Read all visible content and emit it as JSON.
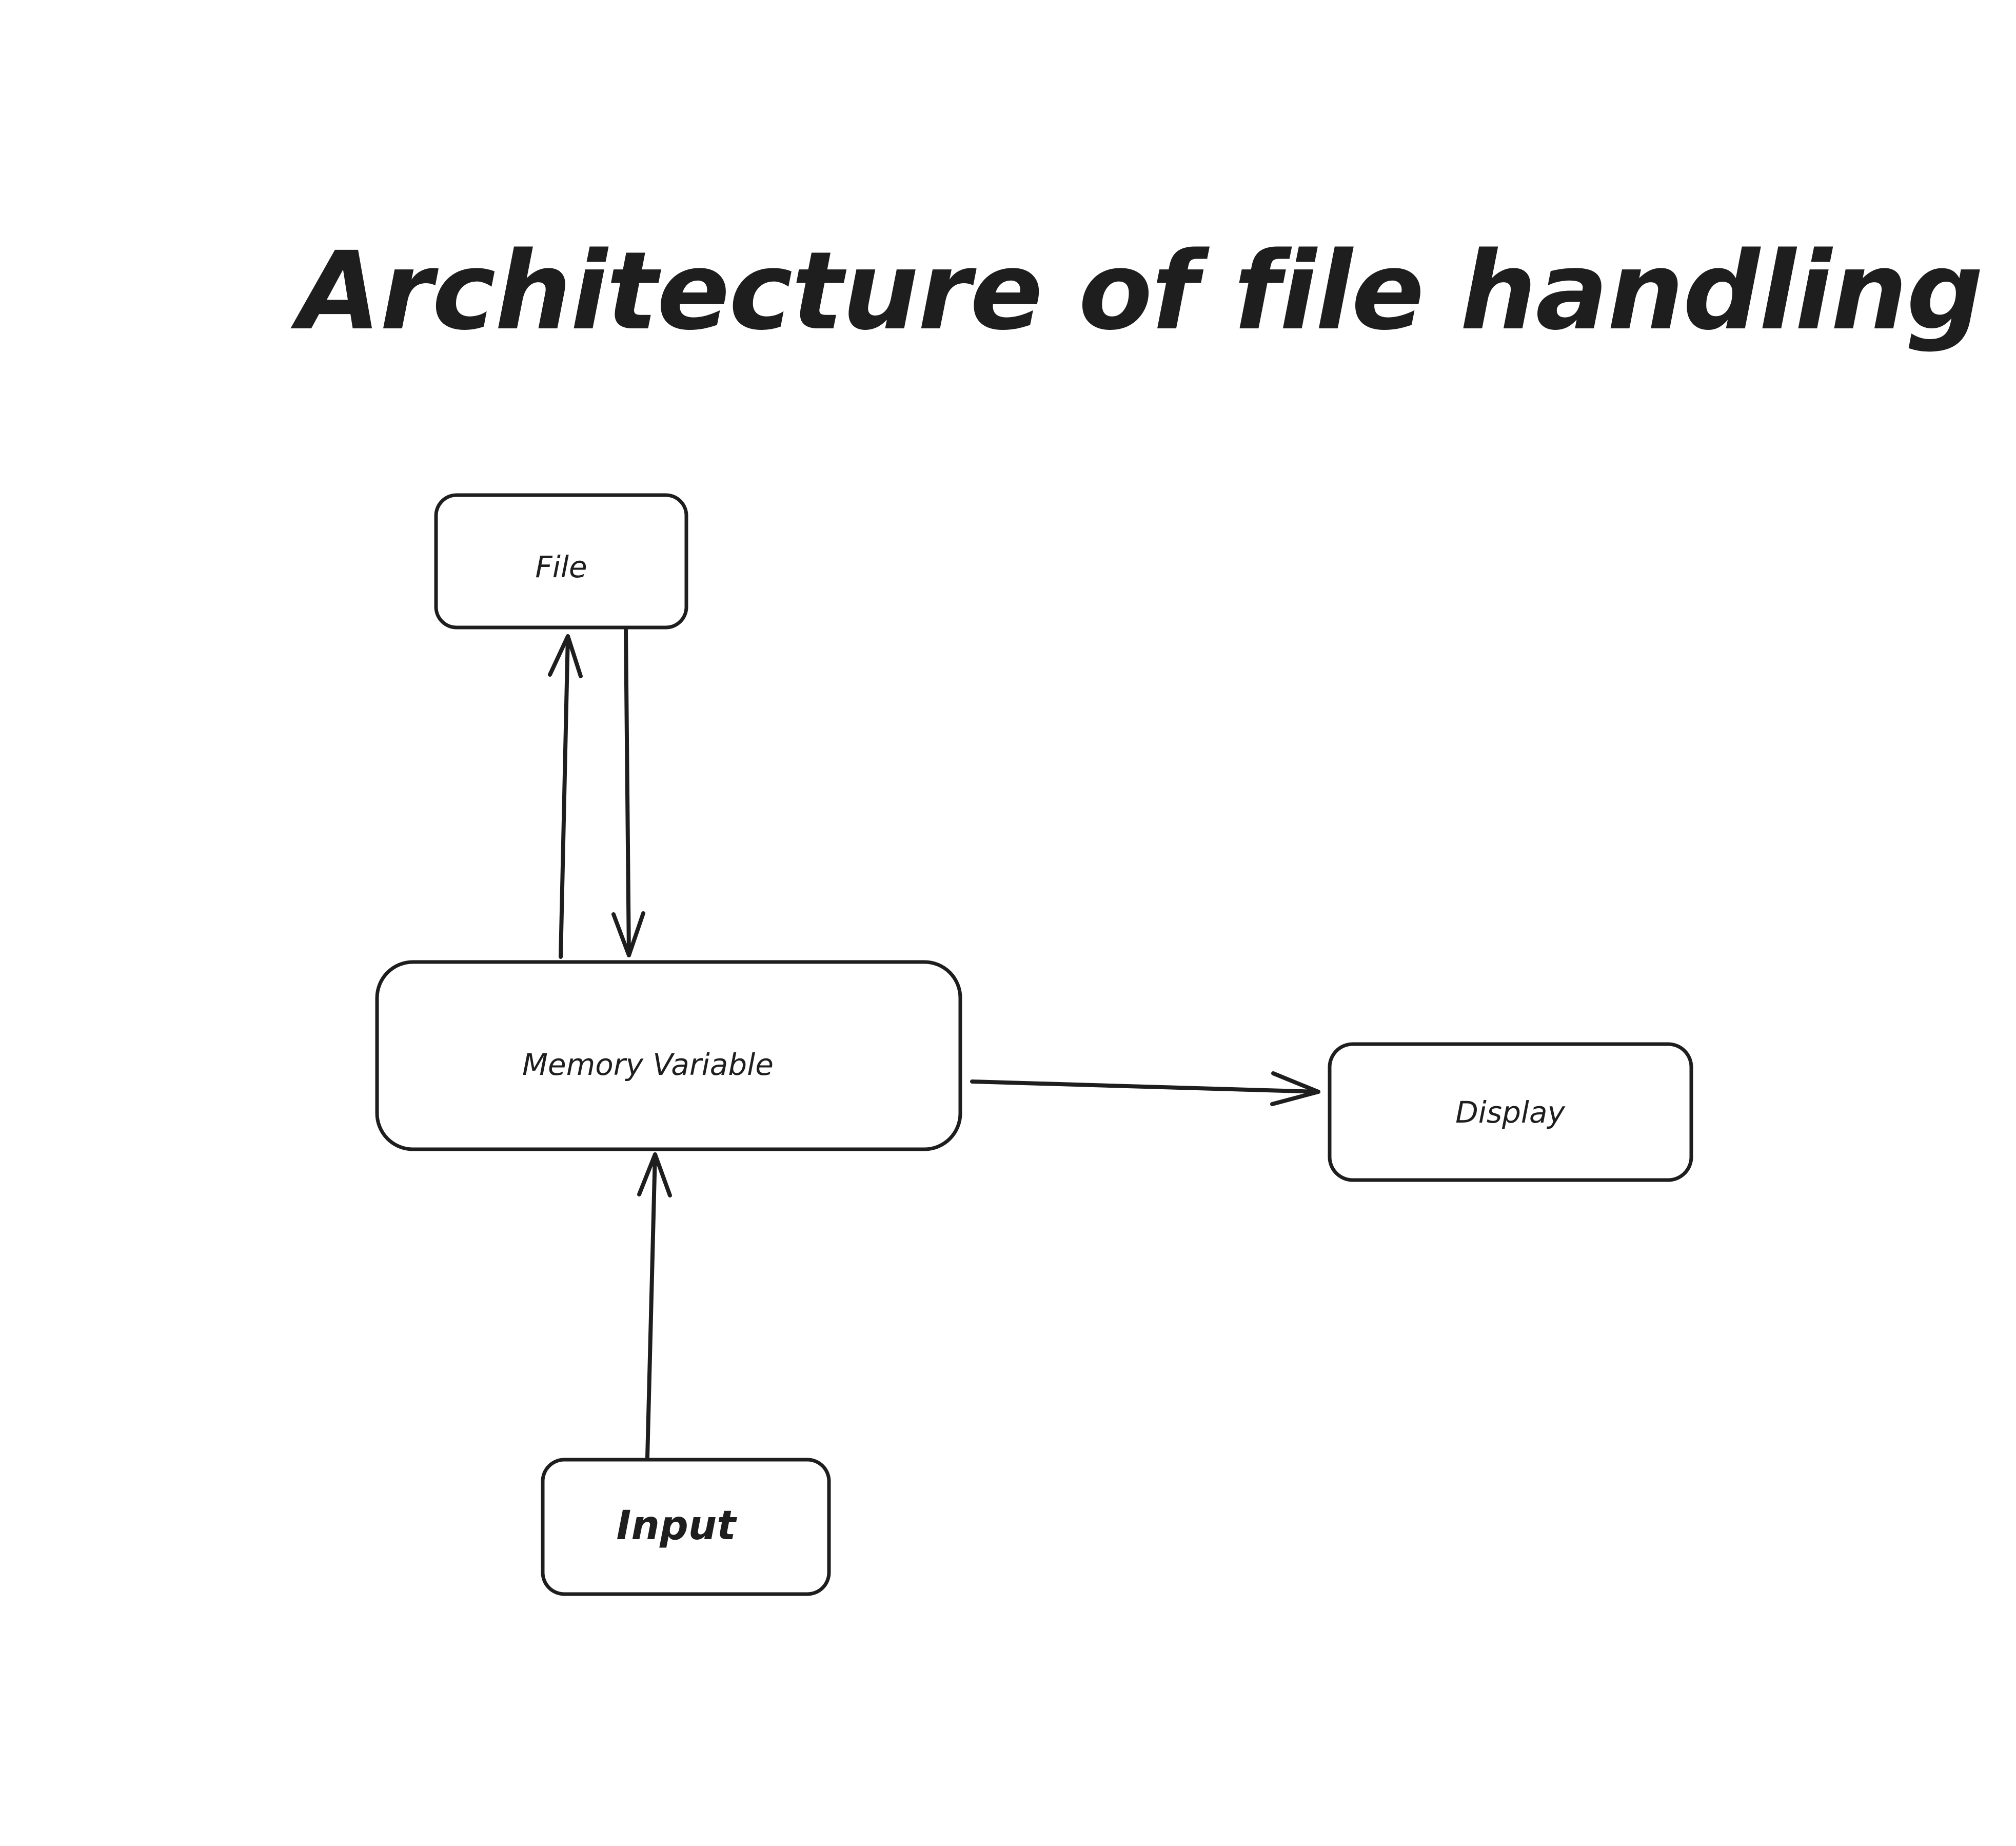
{
  "diagram": {
    "title": "Architecture of file handling",
    "nodes": [
      {
        "id": "file",
        "label": "File"
      },
      {
        "id": "memory",
        "label": "Memory Variable"
      },
      {
        "id": "display",
        "label": "Display"
      },
      {
        "id": "input",
        "label": "Input"
      }
    ],
    "edges": [
      {
        "from": "memory",
        "to": "file"
      },
      {
        "from": "file",
        "to": "memory"
      },
      {
        "from": "memory",
        "to": "display"
      },
      {
        "from": "input",
        "to": "memory"
      }
    ],
    "colors": {
      "stroke": "#1e1e1e",
      "background": "#ffffff"
    }
  }
}
